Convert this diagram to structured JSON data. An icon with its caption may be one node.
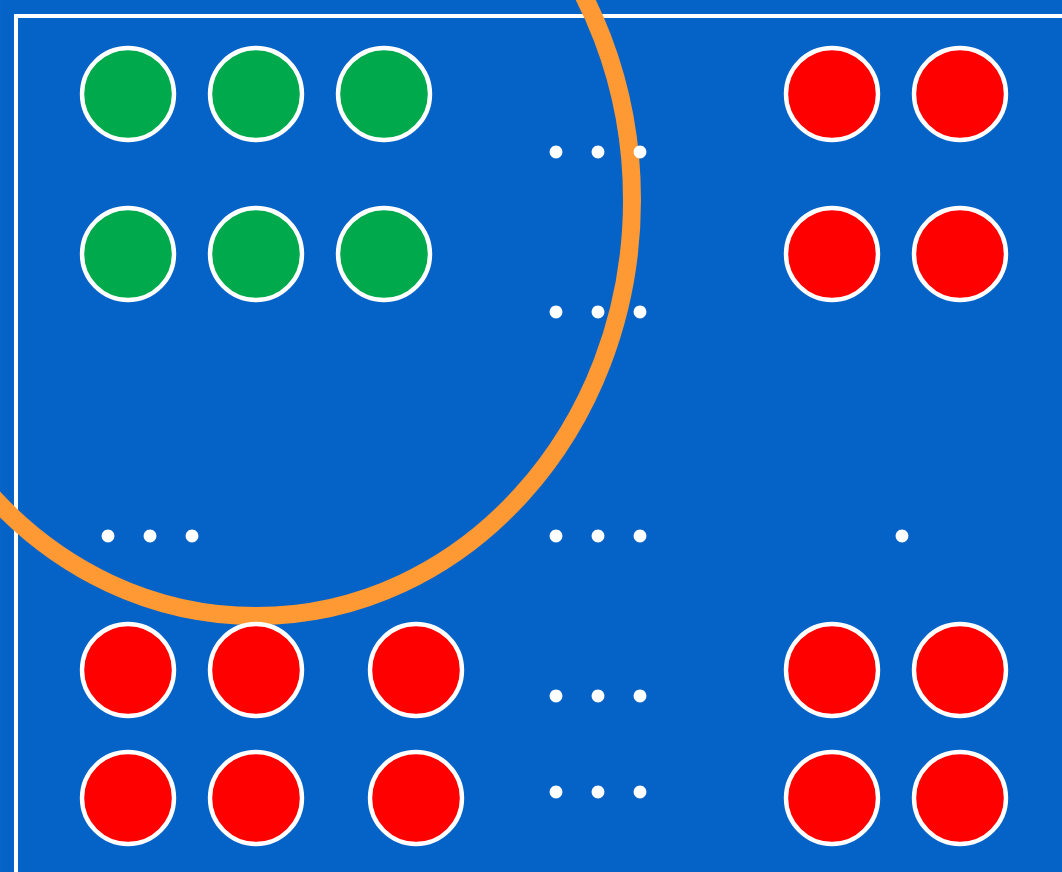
{
  "diagram": {
    "nodes": [
      {
        "text": [],
        "shape": "circle"
      },
      {
        "text": [],
        "shape": "circle"
      },
      {
        "text": [],
        "shape": "circle"
      },
      {
        "text": [],
        "shape": "circle"
      },
      {
        "text": [],
        "shape": "circle"
      },
      {
        "text": [],
        "shape": "circle"
      },
      {
        "text": [],
        "shape": "circle"
      },
      {
        "text": [],
        "shape": "circle"
      },
      {
        "text": [],
        "shape": "circle"
      },
      {
        "text": [],
        "shape": "circle"
      },
      {
        "text": [],
        "shape": "circle"
      },
      {
        "text": [],
        "shape": "circle"
      },
      {
        "text": [],
        "shape": "circle"
      },
      {
        "text": [],
        "shape": "circle"
      },
      {
        "text": [],
        "shape": "circle"
      },
      {
        "text": [],
        "shape": "circle"
      },
      {
        "text": [],
        "shape": "circle"
      },
      {
        "text": [],
        "shape": "circle"
      },
      {
        "text": [],
        "shape": "circle"
      },
      {
        "text": [],
        "shape": "circle"
      }
    ]
  }
}
